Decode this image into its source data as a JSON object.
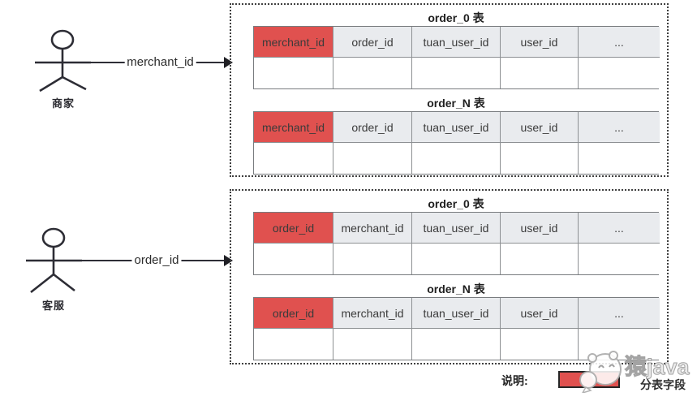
{
  "colors": {
    "shard_field_bg": "#e0514f",
    "header_bg": "#e9ebee",
    "cell_border": "#8d9093",
    "dashed_border": "#3f3f3f",
    "line": "#2e2e36"
  },
  "actors": [
    {
      "name": "商家",
      "arrow_label": "merchant_id"
    },
    {
      "name": "客服",
      "arrow_label": "order_id"
    }
  ],
  "groups": [
    {
      "tables": [
        {
          "title": "order_0 表",
          "columns": [
            "merchant_id",
            "order_id",
            "tuan_user_id",
            "user_id",
            "..."
          ]
        },
        {
          "title": "order_N 表",
          "columns": [
            "merchant_id",
            "order_id",
            "tuan_user_id",
            "user_id",
            "..."
          ]
        }
      ]
    },
    {
      "tables": [
        {
          "title": "order_0 表",
          "columns": [
            "order_id",
            "merchant_id",
            "tuan_user_id",
            "user_id",
            "..."
          ]
        },
        {
          "title": "order_N 表",
          "columns": [
            "order_id",
            "merchant_id",
            "tuan_user_id",
            "user_id",
            "..."
          ]
        }
      ]
    }
  ],
  "legend": {
    "label": "说明:",
    "swatch_label": "分表字段"
  },
  "watermark": {
    "text": "猿java"
  }
}
